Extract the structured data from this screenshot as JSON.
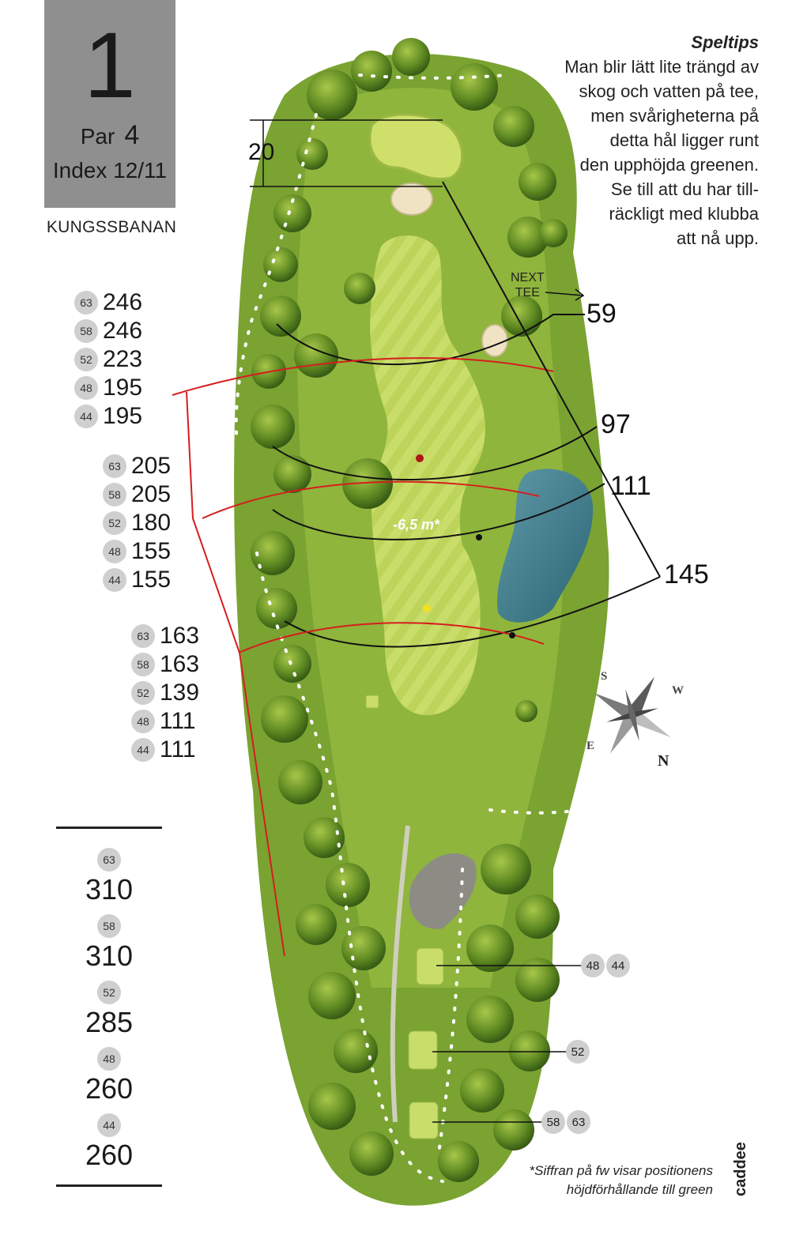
{
  "hole": {
    "number": "1",
    "par_label": "Par",
    "par": "4",
    "index": "Index 12/11",
    "course": "KUNGSSBANAN"
  },
  "tips": {
    "title": "Speltips",
    "lines": [
      "Man blir lätt lite trängd av",
      "skog och vatten på tee,",
      "men svårigheterna på",
      "detta hål ligger runt",
      "den upphöjda greenen.",
      "Se till att du har till-",
      "räckligt med klubba",
      "att nå upp."
    ]
  },
  "distance_groups": [
    {
      "rows": [
        {
          "tee": "63",
          "value": "246"
        },
        {
          "tee": "58",
          "value": "246"
        },
        {
          "tee": "52",
          "value": "223"
        },
        {
          "tee": "48",
          "value": "195"
        },
        {
          "tee": "44",
          "value": "195"
        }
      ]
    },
    {
      "rows": [
        {
          "tee": "63",
          "value": "205"
        },
        {
          "tee": "58",
          "value": "205"
        },
        {
          "tee": "52",
          "value": "180"
        },
        {
          "tee": "48",
          "value": "155"
        },
        {
          "tee": "44",
          "value": "155"
        }
      ]
    },
    {
      "rows": [
        {
          "tee": "63",
          "value": "163"
        },
        {
          "tee": "58",
          "value": "163"
        },
        {
          "tee": "52",
          "value": "139"
        },
        {
          "tee": "48",
          "value": "111"
        },
        {
          "tee": "44",
          "value": "111"
        }
      ]
    }
  ],
  "totals": [
    {
      "tee": "63",
      "value": "310"
    },
    {
      "tee": "58",
      "value": "310"
    },
    {
      "tee": "52",
      "value": "285"
    },
    {
      "tee": "48",
      "value": "260"
    },
    {
      "tee": "44",
      "value": "260"
    }
  ],
  "map_labels": {
    "green_depth": "20",
    "next_tee": [
      "NEXT",
      "TEE"
    ],
    "dist_59": "59",
    "dist_97": "97",
    "dist_111": "111",
    "dist_145": "145",
    "elevation": "-6,5 m*",
    "compass": {
      "s": "S",
      "w": "W",
      "e": "E",
      "n": "N"
    }
  },
  "tee_markers": [
    {
      "badges": [
        "48",
        "44"
      ]
    },
    {
      "badges": [
        "52"
      ]
    },
    {
      "badges": [
        "58",
        "63"
      ]
    }
  ],
  "footnote": [
    "*Siffran på fw visar positionens",
    "höjdförhållande till green"
  ],
  "brand": "caddee",
  "colors": {
    "rough": "#6f9a2a",
    "fairway": "#b9cf52",
    "green": "#d6e67a",
    "water": "#3e7f8f",
    "bunker": "#efe3c3",
    "red_arc": "#d61e1e"
  }
}
